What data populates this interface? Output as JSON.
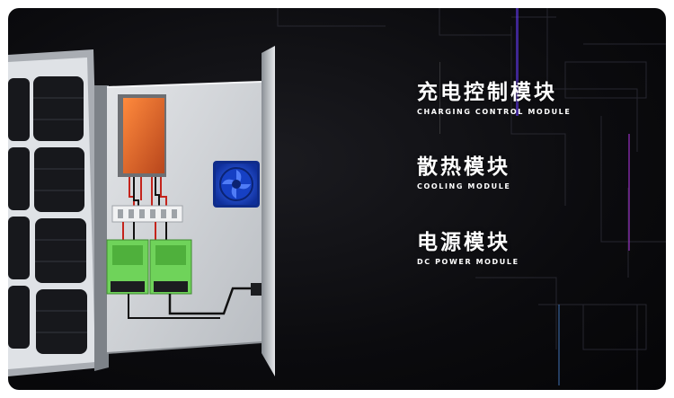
{
  "modules": [
    {
      "title_cn": "充电控制模块",
      "title_en": "CHARGING CONTROL MODULE",
      "line_color": "#ff6a1f"
    },
    {
      "title_cn": "散热模块",
      "title_en": "COOLING MODULE",
      "line_color": "#2f6bff"
    },
    {
      "title_cn": "电源模块",
      "title_en": "DC POWER MODULE",
      "line_color": "#25c23a"
    }
  ],
  "colors": {
    "background": "#0b0b0e",
    "panel": "#cfd2d6",
    "module_orange": "#e06a2a",
    "fan_blue": "#1a4bd6",
    "pcb_green": "#6fd35a"
  },
  "icons": [
    "fan-icon",
    "solar-panel-icon"
  ]
}
